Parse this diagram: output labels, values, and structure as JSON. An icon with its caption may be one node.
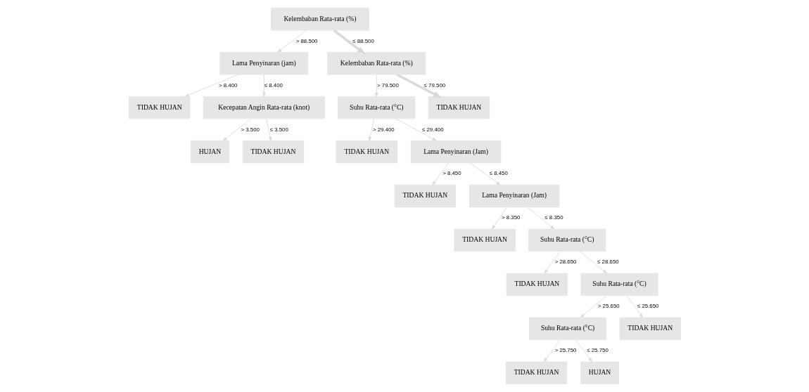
{
  "diagram": {
    "nodes": [
      {
        "text": [
          "Kelembaban Rata-rata (%)"
        ]
      },
      {
        "text": [
          "Lama Penyinaran (jam)"
        ]
      },
      {
        "text": [
          "Kelembaban Rata-rata (%)"
        ]
      },
      {
        "text": [
          "TIDAK HUJAN"
        ]
      },
      {
        "text": [
          "Kecepatan Angin Rata-rata (knot)"
        ]
      },
      {
        "text": [
          "Suhu Rata-rata (°C)"
        ]
      },
      {
        "text": [
          "TIDAK HUJAN"
        ]
      },
      {
        "text": [
          "HUJAN"
        ]
      },
      {
        "text": [
          "TIDAK HUJAN"
        ]
      },
      {
        "text": [
          "TIDAK HUJAN"
        ]
      },
      {
        "text": [
          "Lama Penyinaran (Jam)"
        ]
      },
      {
        "text": [
          "TIDAK HUJAN"
        ]
      },
      {
        "text": [
          "Lama Penyinaran (Jam)"
        ]
      },
      {
        "text": [
          "TIDAK HUJAN"
        ]
      },
      {
        "text": [
          "Suhu Rata-rata (°C)"
        ]
      },
      {
        "text": [
          "TIDAK HUJAN"
        ]
      },
      {
        "text": [
          "Suhu Rata-rata (°C)"
        ]
      },
      {
        "text": [
          "Suhu Rata-rata (°C)"
        ]
      },
      {
        "text": [
          "TIDAK HUJAN"
        ]
      },
      {
        "text": [
          "TIDAK HUJAN"
        ]
      },
      {
        "text": [
          "HUJAN"
        ]
      }
    ],
    "edges": [
      {
        "from": 0,
        "to": 1,
        "arrow": "to",
        "label": "> 88.500"
      },
      {
        "from": 0,
        "to": 2,
        "arrow": "to",
        "label": "≤ 88.500",
        "style": "thick"
      },
      {
        "from": 1,
        "to": 3,
        "arrow": "to",
        "label": "> 8.400"
      },
      {
        "from": 1,
        "to": 4,
        "arrow": "to",
        "label": "≤ 8.400"
      },
      {
        "from": 2,
        "to": 5,
        "arrow": "to",
        "label": "> 79.500"
      },
      {
        "from": 2,
        "to": 6,
        "arrow": "to",
        "label": "≤ 79.500",
        "style": "thick"
      },
      {
        "from": 4,
        "to": 7,
        "arrow": "to",
        "label": "> 3.500"
      },
      {
        "from": 4,
        "to": 8,
        "arrow": "to",
        "label": "≤ 3.500"
      },
      {
        "from": 5,
        "to": 9,
        "arrow": "to",
        "label": "> 29.400"
      },
      {
        "from": 5,
        "to": 10,
        "arrow": "to",
        "label": "≤ 29.400"
      },
      {
        "from": 10,
        "to": 11,
        "arrow": "to",
        "label": "> 8.450"
      },
      {
        "from": 10,
        "to": 12,
        "arrow": "to",
        "label": "≤ 8.450"
      },
      {
        "from": 12,
        "to": 13,
        "arrow": "to",
        "label": "> 8.350"
      },
      {
        "from": 12,
        "to": 14,
        "arrow": "to",
        "label": "≤ 8.350"
      },
      {
        "from": 14,
        "to": 15,
        "arrow": "to",
        "label": "> 28.650"
      },
      {
        "from": 14,
        "to": 16,
        "arrow": "to",
        "label": "≤ 28.650"
      },
      {
        "from": 16,
        "to": 17,
        "arrow": "to",
        "label": "> 25.650"
      },
      {
        "from": 16,
        "to": 18,
        "arrow": "to",
        "label": "≤ 25.650"
      },
      {
        "from": 17,
        "to": 19,
        "arrow": "to",
        "label": "> 25.750"
      },
      {
        "from": 17,
        "to": 20,
        "arrow": "to",
        "label": "≤ 25.750"
      }
    ]
  }
}
